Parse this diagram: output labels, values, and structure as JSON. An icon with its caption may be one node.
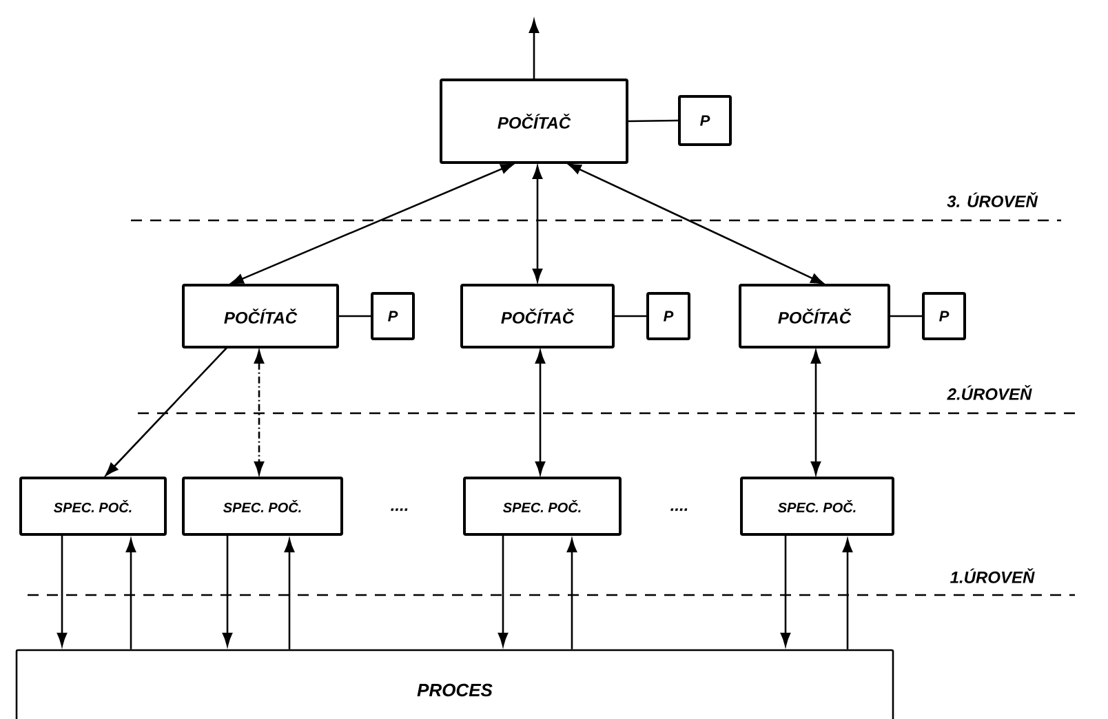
{
  "diagram": {
    "nodes": [
      {
        "text": [
          "POČÍTAČ"
        ]
      },
      {
        "text": [
          "P"
        ]
      },
      {
        "text": [
          "POČÍTAČ"
        ]
      },
      {
        "text": [
          "P"
        ]
      },
      {
        "text": [
          "POČÍTAČ"
        ]
      },
      {
        "text": [
          "P"
        ]
      },
      {
        "text": [
          "POČÍTAČ"
        ]
      },
      {
        "text": [
          "P"
        ]
      },
      {
        "text": [
          "SPEC. POČ."
        ]
      },
      {
        "text": [
          "SPEC. POČ."
        ]
      },
      {
        "text": [
          "SPEC. POČ."
        ]
      },
      {
        "text": [
          "SPEC. POČ."
        ]
      },
      {
        "text": [
          "PROCES"
        ]
      }
    ],
    "edges": [
      {
        "from": 0,
        "to": null,
        "arrow": "to"
      },
      {
        "from": 0,
        "to": 1,
        "arrow": "none"
      },
      {
        "from": 0,
        "to": 2,
        "arrow": "both"
      },
      {
        "from": 0,
        "to": 4,
        "arrow": "both"
      },
      {
        "from": 0,
        "to": 6,
        "arrow": "both"
      },
      {
        "from": 2,
        "to": 3,
        "arrow": "none"
      },
      {
        "from": 4,
        "to": 5,
        "arrow": "none"
      },
      {
        "from": 6,
        "to": 7,
        "arrow": "none"
      },
      {
        "from": 2,
        "to": 8,
        "arrow": "to"
      },
      {
        "from": 2,
        "to": 9,
        "arrow": "both",
        "style": "dashed"
      },
      {
        "from": 4,
        "to": 10,
        "arrow": "both"
      },
      {
        "from": 6,
        "to": 11,
        "arrow": "both"
      },
      {
        "from": 8,
        "to": 12,
        "arrow": "to"
      },
      {
        "from": 12,
        "to": 8,
        "arrow": "to"
      },
      {
        "from": 9,
        "to": 12,
        "arrow": "to"
      },
      {
        "from": 12,
        "to": 9,
        "arrow": "to"
      },
      {
        "from": 10,
        "to": 12,
        "arrow": "to"
      },
      {
        "from": 12,
        "to": 10,
        "arrow": "to"
      },
      {
        "from": 11,
        "to": 12,
        "arrow": "to"
      },
      {
        "from": 12,
        "to": 11,
        "arrow": "to"
      }
    ],
    "labels": [
      "3. ÚROVEŇ",
      "2.ÚROVEŇ",
      "....",
      "....",
      "1.ÚROVEŇ"
    ]
  }
}
